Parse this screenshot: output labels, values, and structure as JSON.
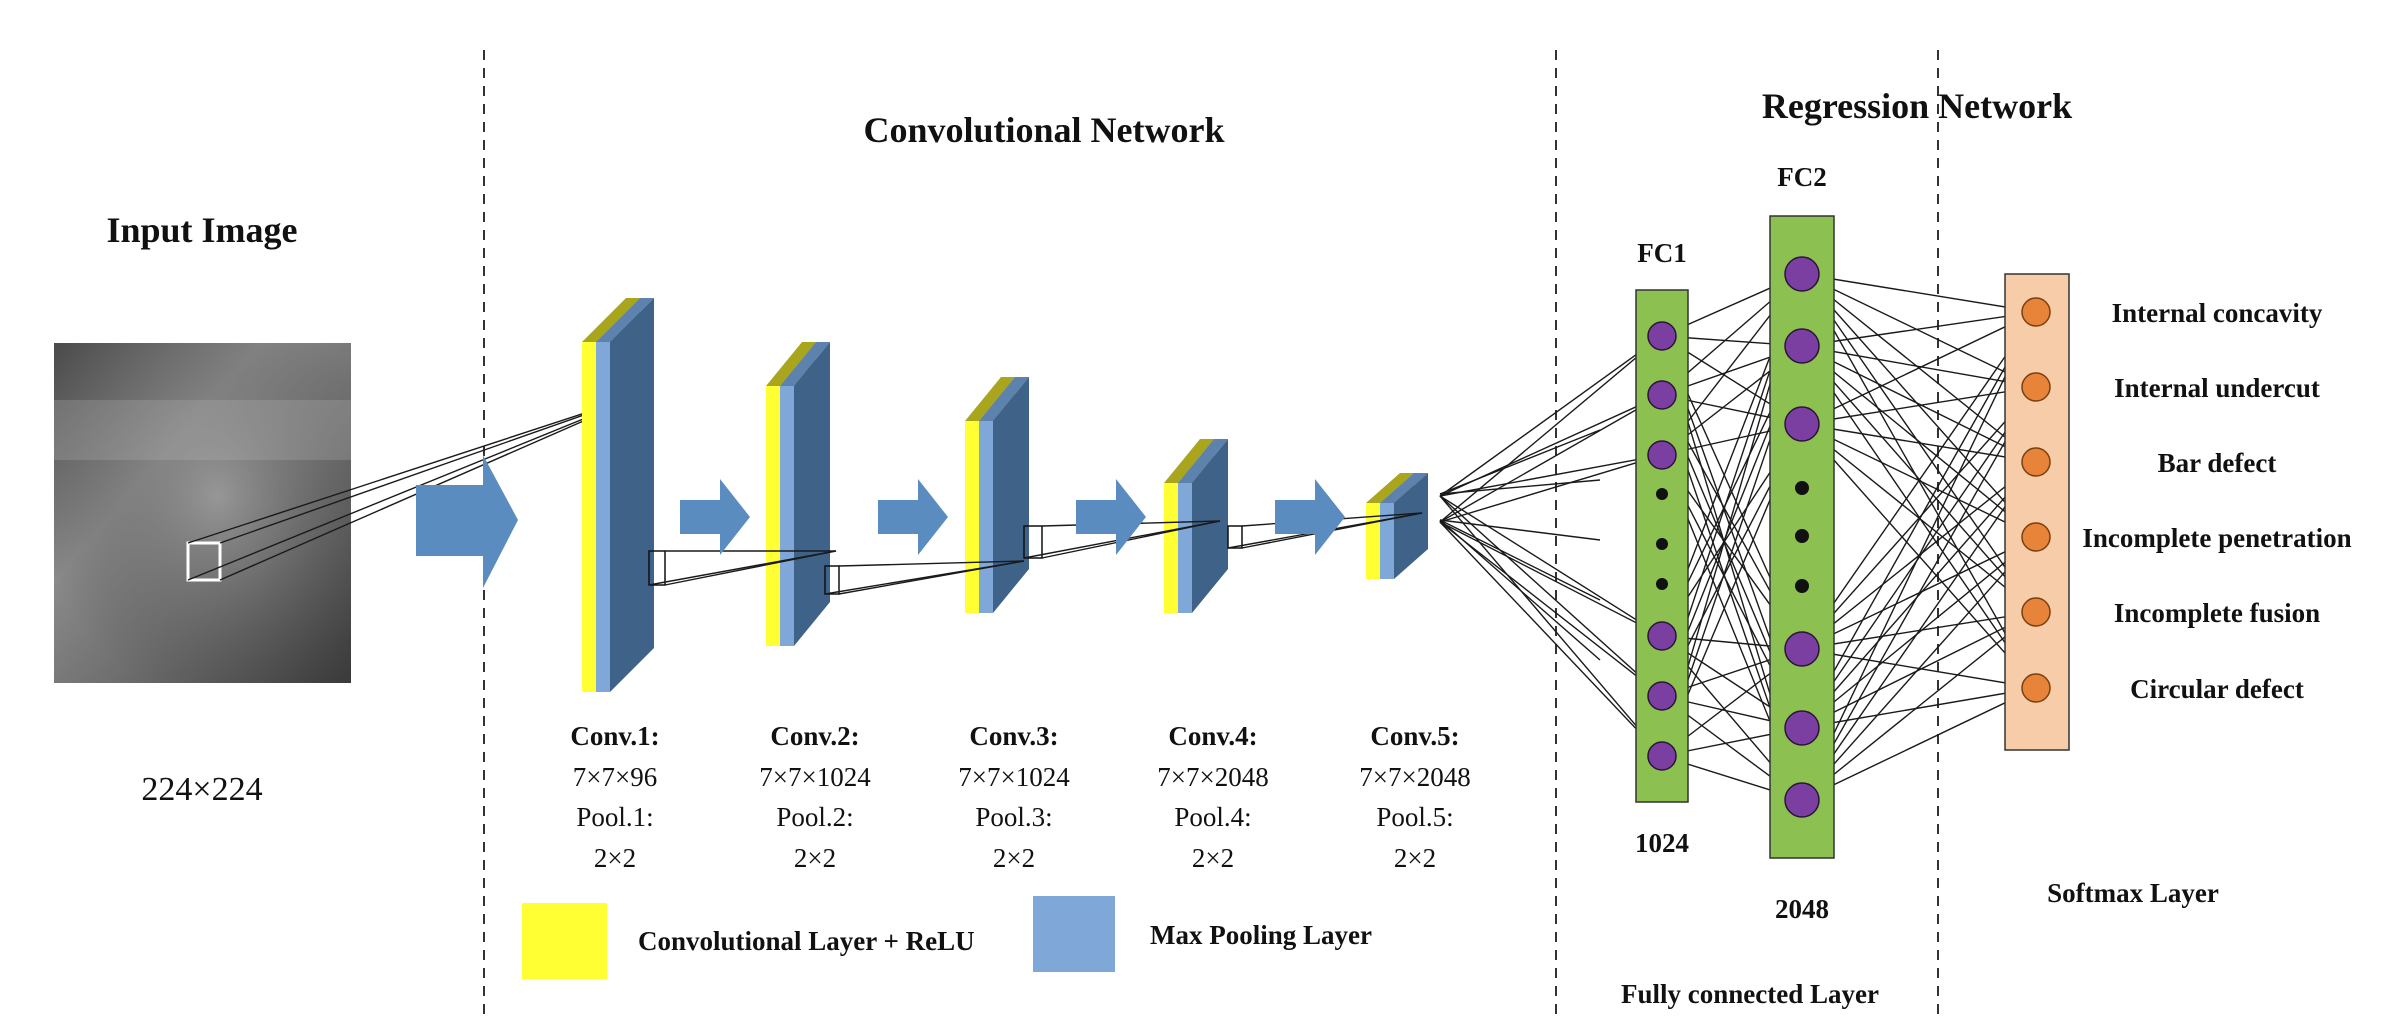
{
  "titles": {
    "input": "Input Image",
    "conv_network": "Convolutional Network",
    "regression_network": "Regression Network"
  },
  "input_size": "224×224",
  "conv_blocks": [
    {
      "name": "Conv.1:",
      "kernel": "7×7×96",
      "pool": "Pool.1:",
      "pool_size": "2×2"
    },
    {
      "name": "Conv.2:",
      "kernel": "7×7×1024",
      "pool": "Pool.2:",
      "pool_size": "2×2"
    },
    {
      "name": "Conv.3:",
      "kernel": "7×7×1024",
      "pool": "Pool.3:",
      "pool_size": "2×2"
    },
    {
      "name": "Conv.4:",
      "kernel": "7×7×2048",
      "pool": "Pool.4:",
      "pool_size": "2×2"
    },
    {
      "name": "Conv.5:",
      "kernel": "7×7×2048",
      "pool": "Pool.5:",
      "pool_size": "2×2"
    }
  ],
  "legend": {
    "conv": "Convolutional Layer + ReLU",
    "pool": "Max Pooling Layer"
  },
  "fc1": {
    "label": "FC1",
    "size": "1024"
  },
  "fc2": {
    "label": "FC2",
    "size": "2048"
  },
  "fully_connected_label": "Fully connected Layer",
  "softmax_label": "Softmax Layer",
  "classes": [
    "Internal concavity",
    "Internal undercut",
    "Bar defect",
    "Incomplete penetration",
    "Incomplete fusion",
    "Circular defect"
  ],
  "colors": {
    "conv_layer": "#ffff33",
    "conv_side": "#a9a61e",
    "pool_layer": "#7fa8d8",
    "pool_side": "#3f6288",
    "arrow": "#5b8cc0",
    "fc_box": "#8cc152",
    "neuron": "#7a3fa0",
    "softmax_box": "#f6cda8",
    "softmax_neuron": "#e8843a"
  }
}
